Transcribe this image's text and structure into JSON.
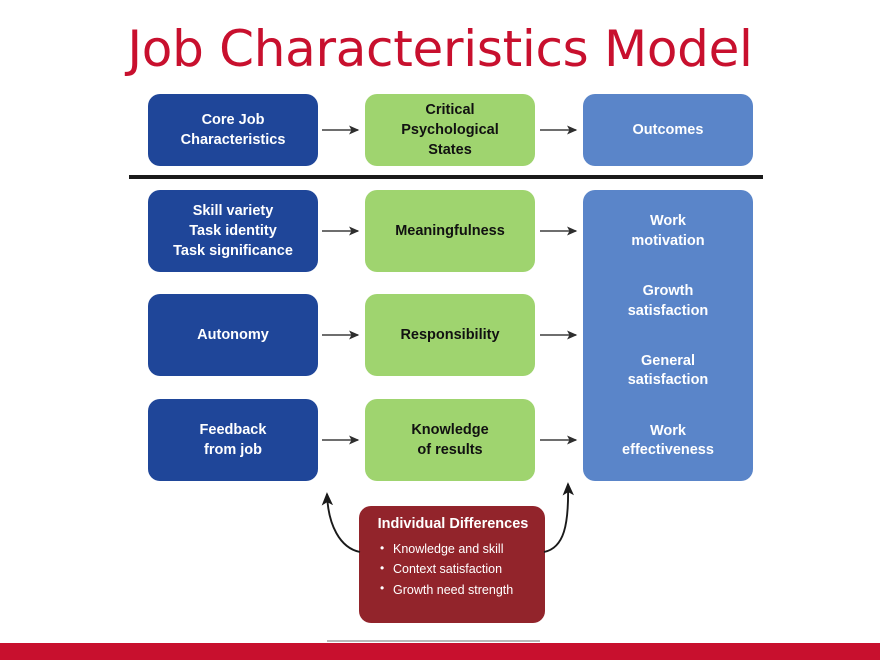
{
  "slide": {
    "title": "Job Characteristics Model",
    "title_color": "#c8102e",
    "background_color": "#ffffff"
  },
  "colors": {
    "characteristic_blue": "#1f4699",
    "state_green": "#9fd46f",
    "outcome_blue": "#5a85c9",
    "individual_red": "#92242b",
    "accent_red": "#c8102e",
    "divider_black": "#1a1a1a",
    "arrow_gray": "#3f3f3f"
  },
  "header": {
    "core": {
      "line1": "Core Job",
      "line2": "Characteristics"
    },
    "states": {
      "line1": "Critical",
      "line2": "Psychological",
      "line3": "States"
    },
    "outcomes": {
      "line1": "Outcomes"
    }
  },
  "rows": [
    {
      "characteristic": {
        "line1": "Skill variety",
        "line2": "Task identity",
        "line3": "Task significance"
      },
      "state": {
        "line1": "Meaningfulness"
      }
    },
    {
      "characteristic": {
        "line1": "Autonomy"
      },
      "state": {
        "line1": "Responsibility"
      }
    },
    {
      "characteristic": {
        "line1": "Feedback",
        "line2": "from job"
      },
      "state": {
        "line1": "Knowledge",
        "line2": "of results"
      }
    }
  ],
  "outcomes": [
    {
      "line1": "Work",
      "line2": "motivation"
    },
    {
      "line1": "Growth",
      "line2": "satisfaction"
    },
    {
      "line1": "General",
      "line2": "satisfaction"
    },
    {
      "line1": "Work",
      "line2": "effectiveness"
    }
  ],
  "individual_differences": {
    "title": "Individual Differences",
    "items": [
      "Knowledge and skill",
      "Context satisfaction",
      "Growth need strength"
    ]
  }
}
